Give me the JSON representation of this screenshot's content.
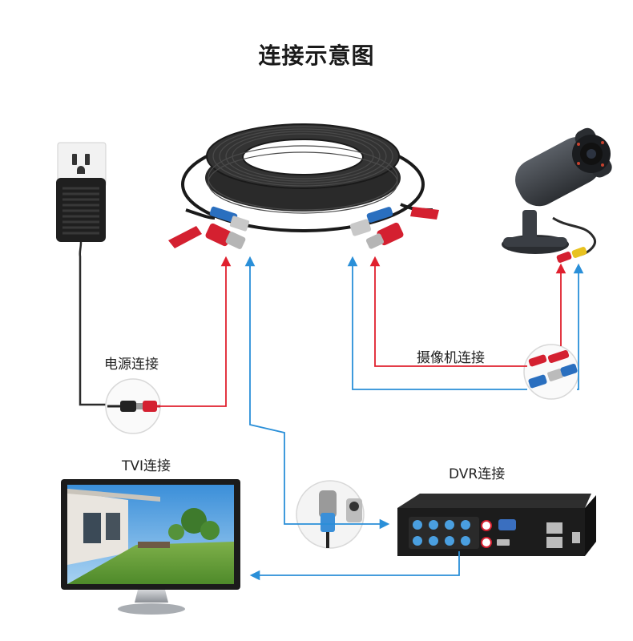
{
  "title": "连接示意图",
  "labels": {
    "power": "电源连接",
    "camera": "摄像机连接",
    "tvi": "TVI连接",
    "dvr": "DVR连接"
  },
  "colors": {
    "power_line": "#e0202e",
    "video_line": "#2a8fd8",
    "cable": "#2b2b2b",
    "dvr_body": "#1c1c1c",
    "bnc_port": "#4a9fe0"
  },
  "icons": [
    "wall-outlet-icon",
    "power-adapter-icon",
    "coaxial-cable-icon",
    "security-camera-icon",
    "monitor-icon",
    "dvr-recorder-icon"
  ]
}
